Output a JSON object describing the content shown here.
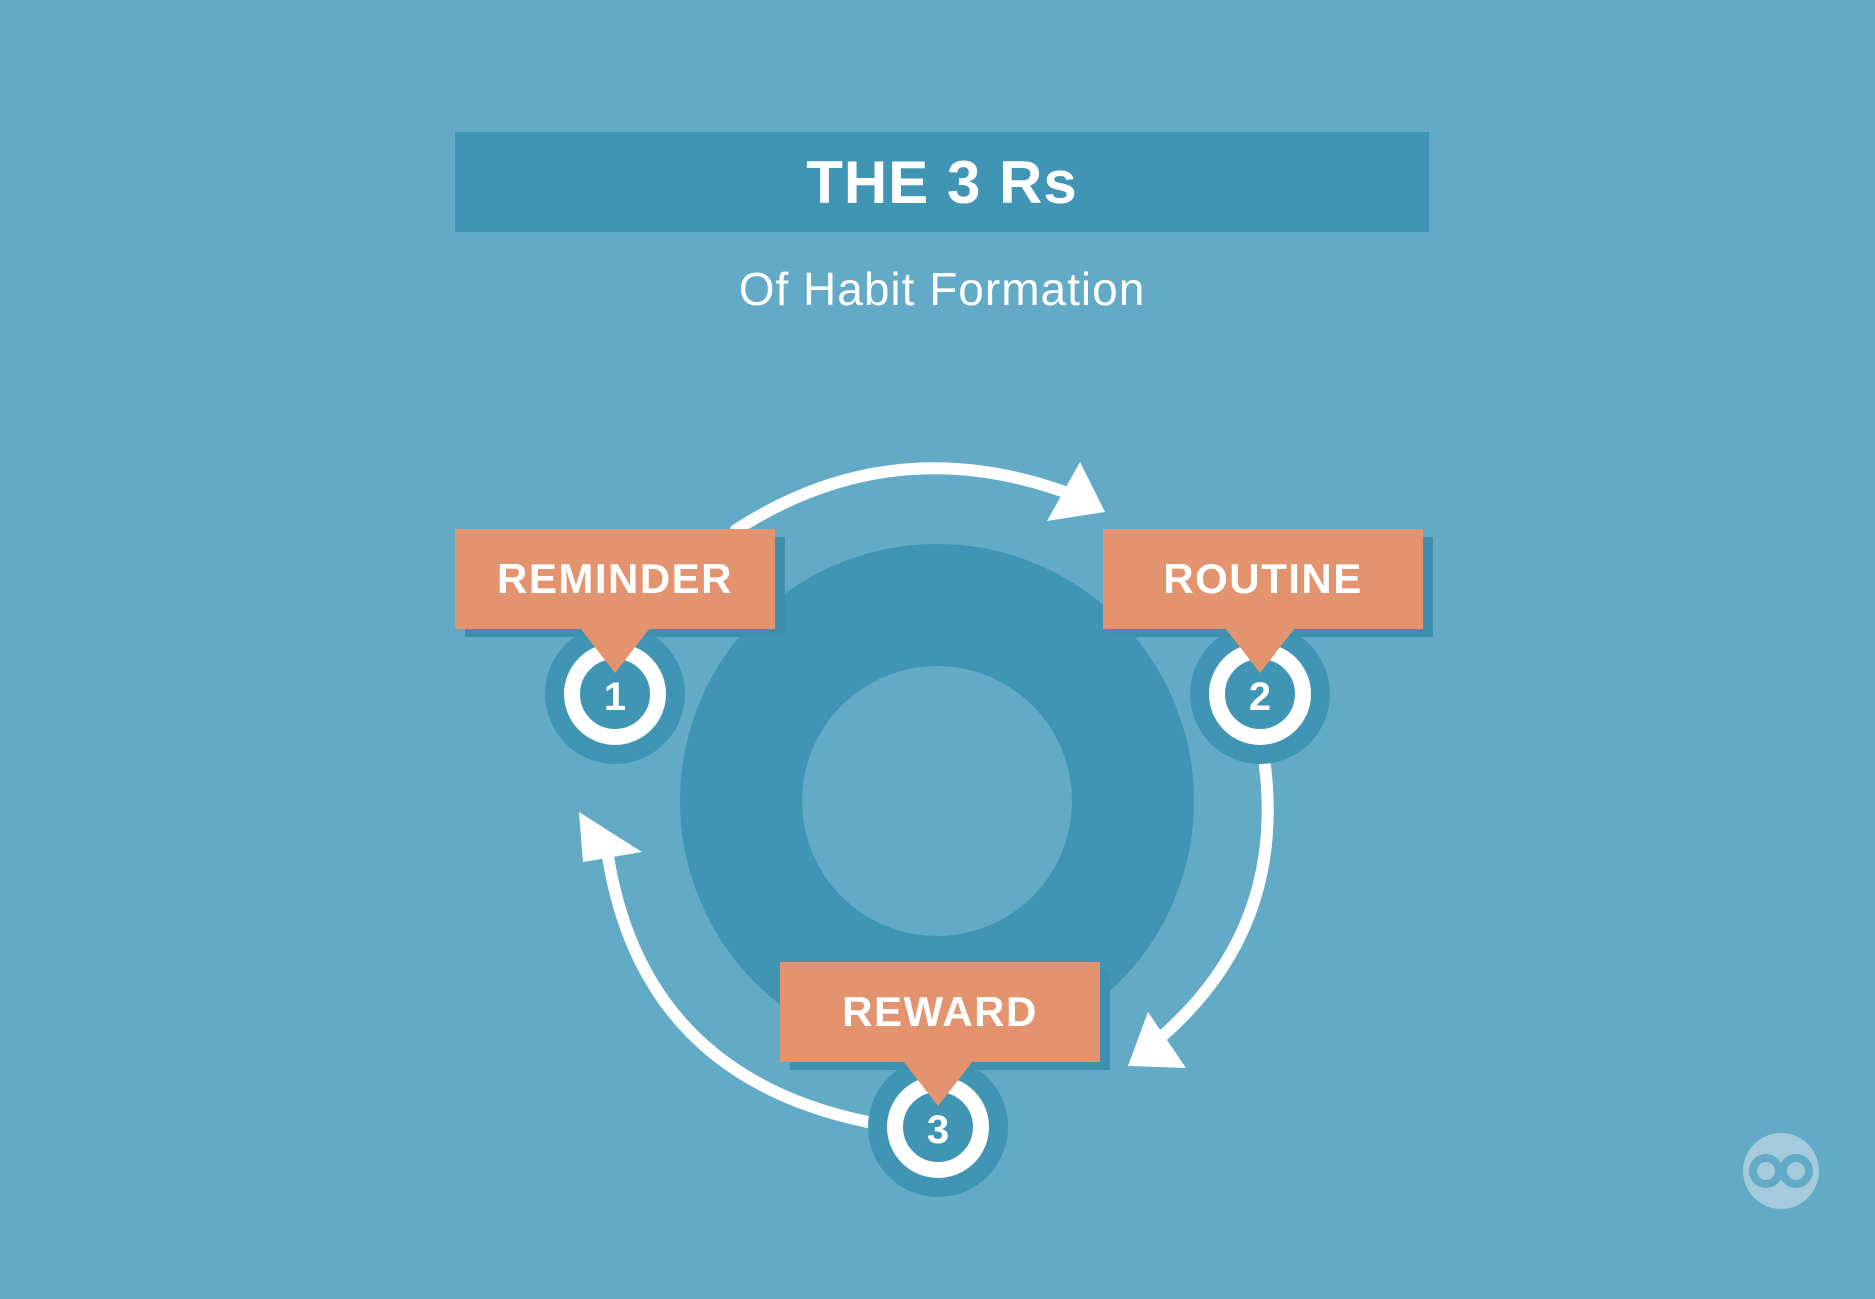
{
  "title": "THE 3 Rs",
  "subtitle": "Of Habit Formation",
  "steps": [
    {
      "number": "1",
      "label": "REMINDER"
    },
    {
      "number": "2",
      "label": "ROUTINE"
    },
    {
      "number": "3",
      "label": "REWARD"
    }
  ],
  "colors": {
    "background": "#62aac6",
    "title_bar": "#3f95b3",
    "ring": "#3f95b3",
    "label_box": "#e3946f",
    "label_shadow": "#3f8fae",
    "text": "#ffffff",
    "arrow": "#ffffff",
    "logo": "#a5cadb"
  },
  "logo_icon": "infinity-logo-icon"
}
